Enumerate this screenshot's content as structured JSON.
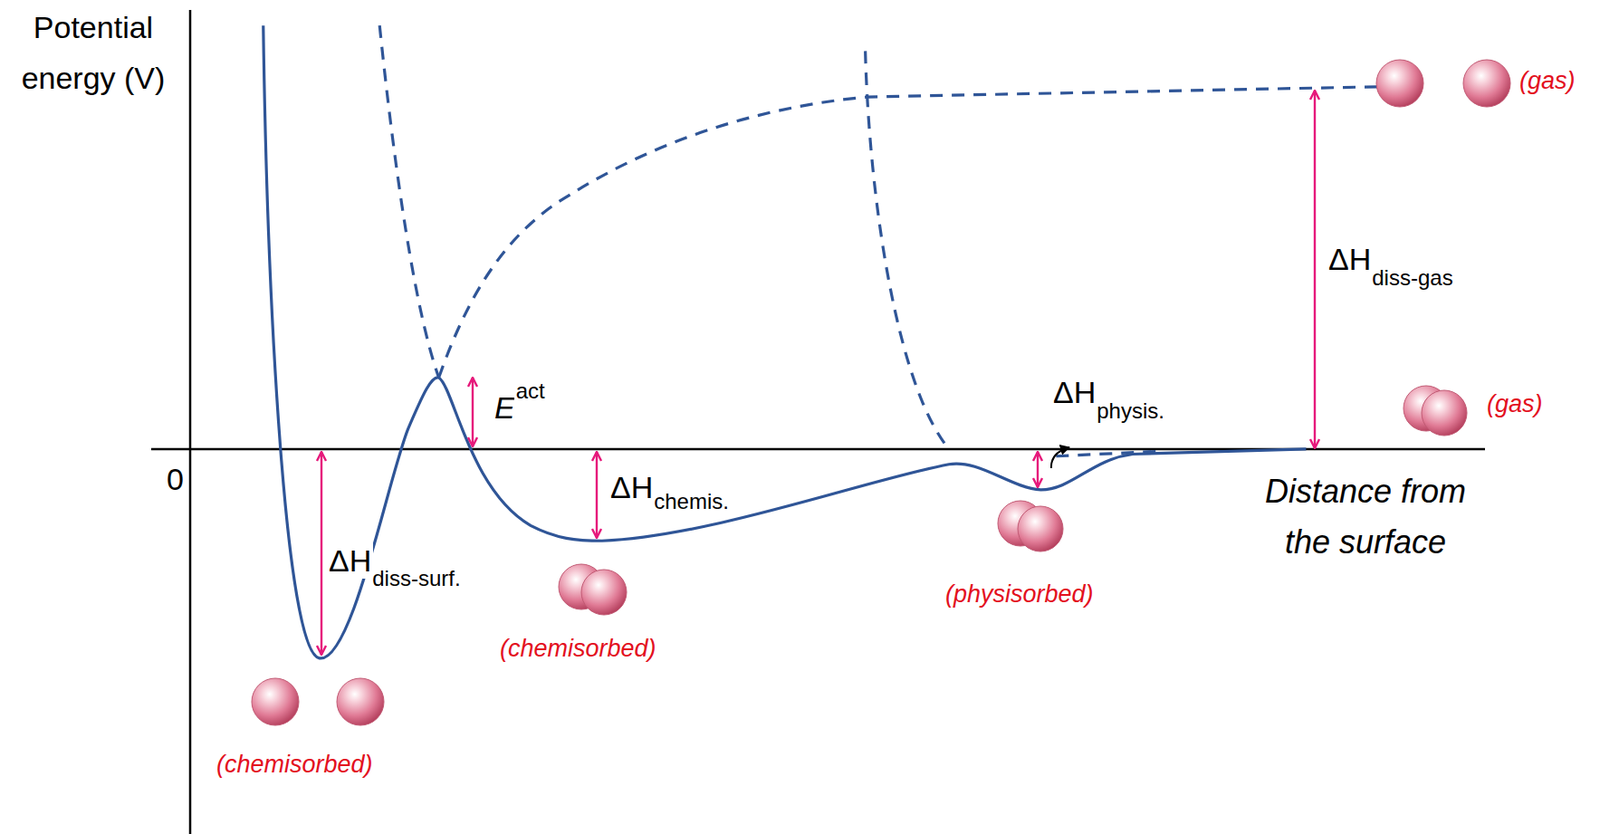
{
  "diagram": {
    "labels": [
      "Potential energy (V)",
      "0",
      "(gas)",
      "ΔH",
      "diss-gas",
      "(gas)",
      "E",
      "act",
      "ΔH",
      "physis.",
      "ΔH",
      "chemis.",
      "ΔH",
      "diss-surf.",
      "Distance from the surface",
      "(chemisorbed)",
      "(physisorbed)",
      "(chemisorbed)"
    ]
  }
}
